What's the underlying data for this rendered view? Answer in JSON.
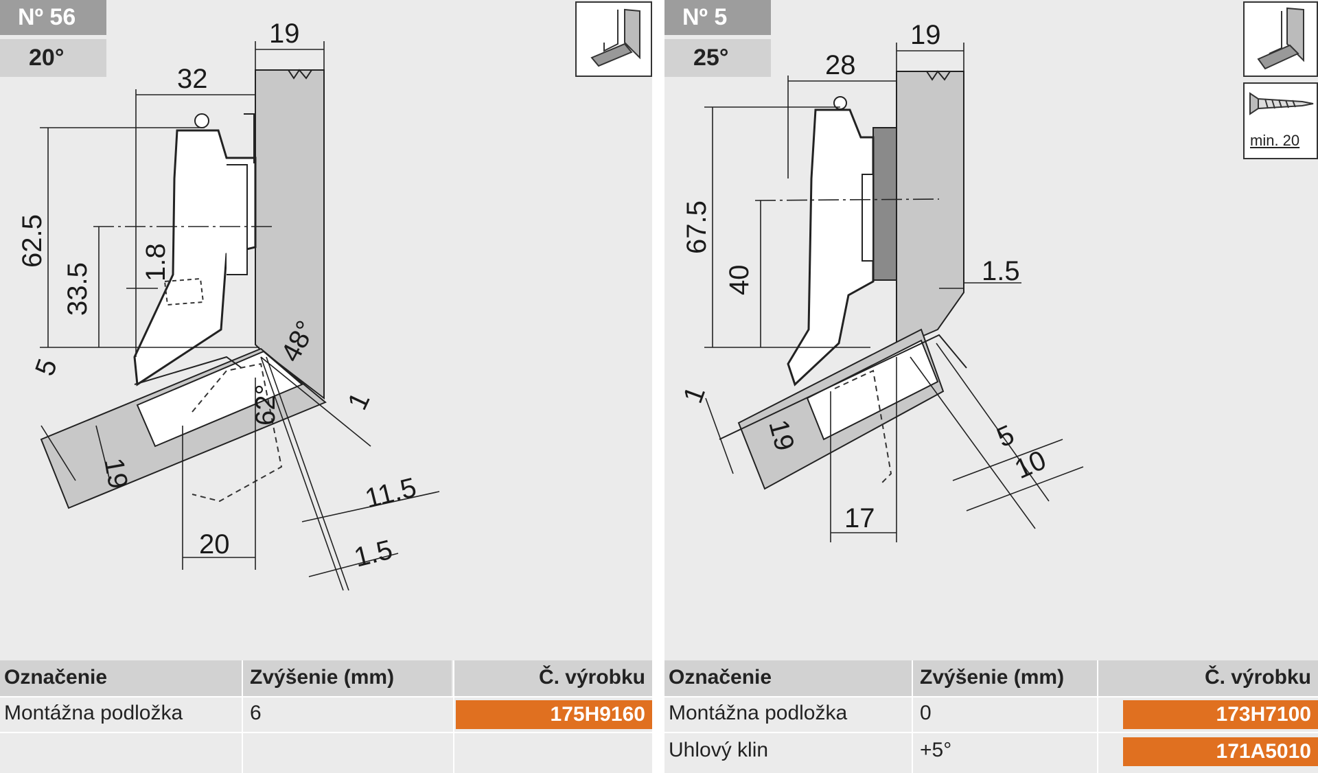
{
  "left": {
    "badge_number": "Nº 56",
    "badge_angle": "20°",
    "dims": {
      "d19": "19",
      "d32": "32",
      "d62_5": "62.5",
      "d33_5": "33.5",
      "d1_8": "1.8",
      "d48": "48°",
      "d62": "62°",
      "d5": "5",
      "d19b": "19",
      "d1": "1",
      "d11_5": "11.5",
      "d1_5": "1.5",
      "d20": "20"
    },
    "table": {
      "headers": [
        "Označenie",
        "Zvýšenie (mm)",
        "Č. výrobku"
      ],
      "rows": [
        [
          "Montážna podložka",
          "6",
          "175H9160"
        ],
        [
          "",
          "",
          ""
        ]
      ]
    }
  },
  "right": {
    "badge_number": "Nº 5",
    "badge_angle": "25°",
    "screw_label": "min. 20",
    "dims": {
      "d19": "19",
      "d28": "28",
      "d67_5": "67.5",
      "d40": "40",
      "d1_5": "1.5",
      "d1": "1",
      "d19b": "19",
      "d5": "5",
      "d10": "10",
      "d17": "17"
    },
    "table": {
      "headers": [
        "Označenie",
        "Zvýšenie (mm)",
        "Č. výrobku"
      ],
      "rows": [
        [
          "Montážna podložka",
          "0",
          "173H7100"
        ],
        [
          "Uhlový klin",
          "+5°",
          "171A5010"
        ]
      ]
    }
  },
  "colors": {
    "panel_bg": "#ebebeb",
    "badge_dark": "#9d9d9d",
    "badge_light": "#d2d2d2",
    "accent_orange": "#e07020"
  }
}
